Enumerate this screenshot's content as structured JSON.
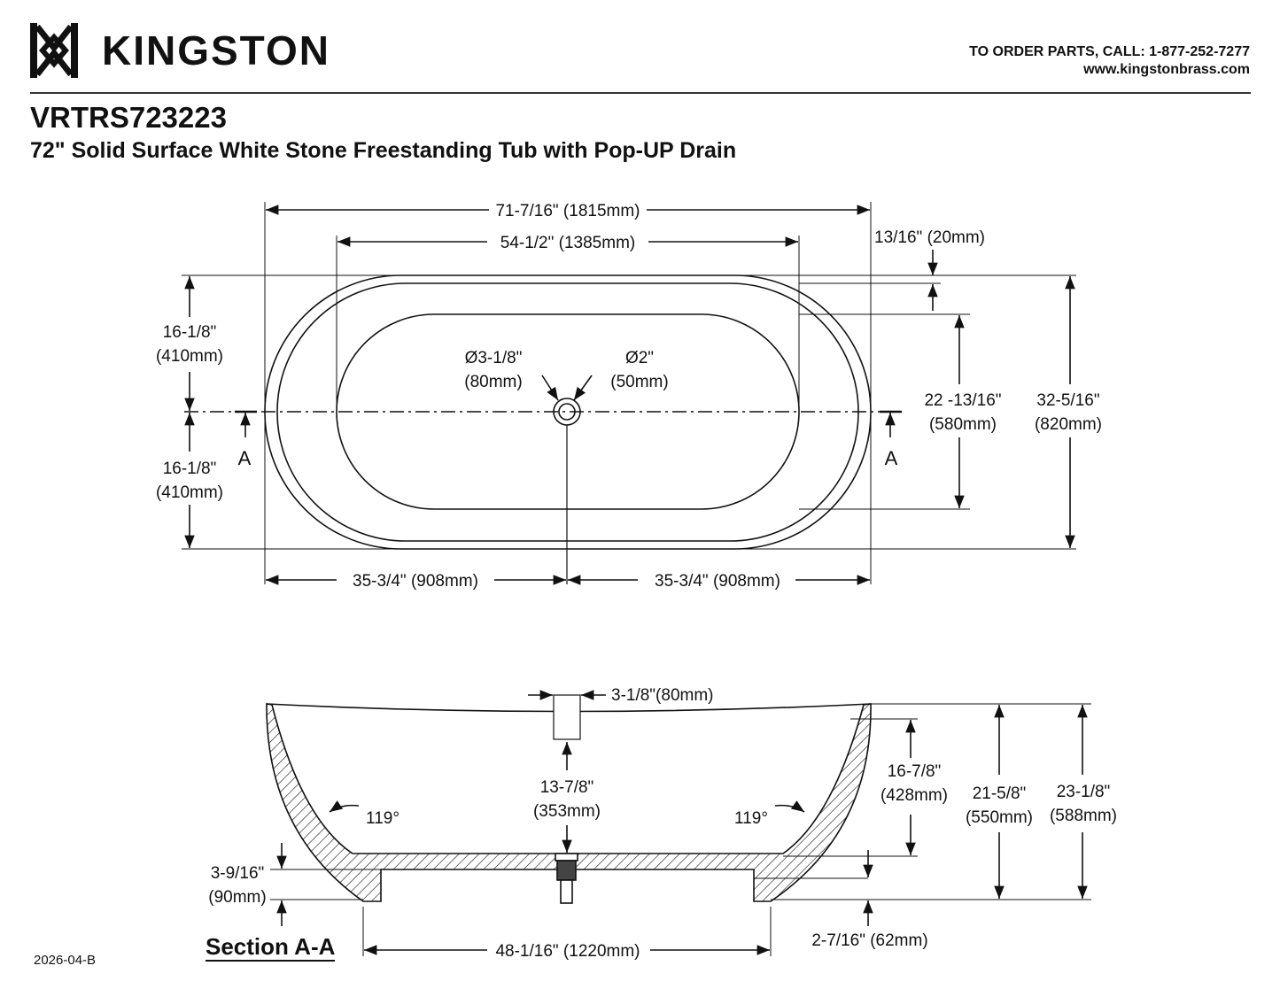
{
  "header": {
    "brand": "KINGSTON",
    "order_text": "TO ORDER PARTS, CALL: 1-877-252-7277",
    "website": "www.kingstonbrass.com"
  },
  "product": {
    "model": "VRTRS723223",
    "description": "72\" Solid Surface White Stone Freestanding Tub with Pop-UP Drain"
  },
  "top_view": {
    "overall_length": "71-7/16\" (1815mm)",
    "inner_length": "54-1/2\" (1385mm)",
    "rim_width": "13/16\" (20mm)",
    "half_width_top": [
      "16-1/8\"",
      "(410mm)"
    ],
    "half_width_bottom": [
      "16-1/8\"",
      "(410mm)"
    ],
    "inner_width": [
      "22 -13/16\"",
      "(580mm)"
    ],
    "overall_width": [
      "32-5/16\"",
      "(820mm)"
    ],
    "drain_outer": [
      "Ø3-1/8\"",
      "(80mm)"
    ],
    "drain_inner": [
      "Ø2\"",
      "(50mm)"
    ],
    "left_to_drain": "35-3/4\" (908mm)",
    "drain_to_right": "35-3/4\" (908mm)",
    "section_mark": "A"
  },
  "section_view": {
    "faucet_dia": "3-1/8\"(80mm)",
    "drain_depth": [
      "13-7/8\"",
      "(353mm)"
    ],
    "angle": "119°",
    "inner_depth": [
      "16-7/8\"",
      "(428mm)"
    ],
    "rim_height": [
      "21-5/8\"",
      "(550mm)"
    ],
    "overall_height": [
      "23-1/8\"",
      "(588mm)"
    ],
    "floor_thickness": [
      "3-9/16\"",
      "(90mm)"
    ],
    "base_length": "48-1/16\" (1220mm)",
    "base_height": "2-7/16\" (62mm)",
    "label": "Section A-A"
  },
  "footer": {
    "doc_code": "2026-04-B"
  }
}
